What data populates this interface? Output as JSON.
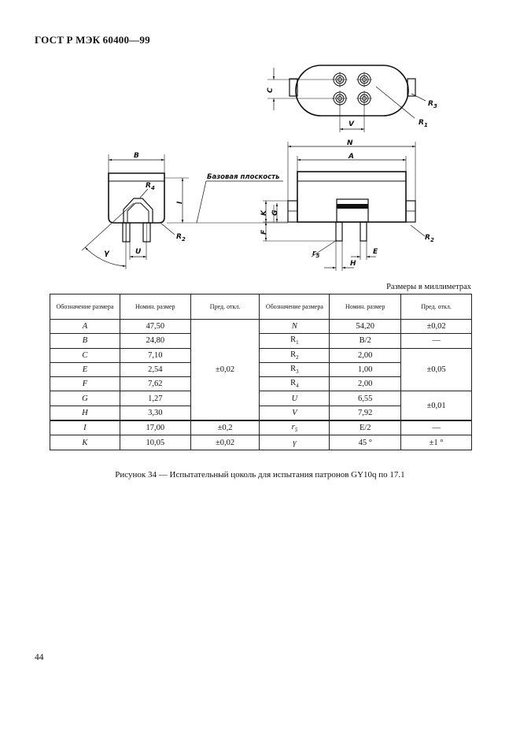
{
  "header": {
    "standard": "ГОСТ Р МЭК 60400—99"
  },
  "drawing": {
    "base_plane_label": "Базовая плоскость",
    "labels": {
      "A": "A",
      "B": "B",
      "C": "C",
      "E": "E",
      "F": "F",
      "G": "G",
      "H": "H",
      "I": "I",
      "K": "K",
      "N": "N",
      "U": "U",
      "V": "V",
      "gamma": "γ",
      "R1": "R1",
      "R2": "R2",
      "R3": "R3",
      "R4": "R4",
      "r5": "r5"
    }
  },
  "units_note": "Размеры в миллиметрах",
  "table": {
    "headers": [
      "Обозначение размера",
      "Номин. размер",
      "Пред. откл.",
      "Обозначение размера",
      "Номин. размер",
      "Пред. откл."
    ],
    "left": [
      {
        "sym": "A",
        "nom": "47,50"
      },
      {
        "sym": "B",
        "nom": "24,80"
      },
      {
        "sym": "C",
        "nom": "7,10"
      },
      {
        "sym": "E",
        "nom": "2,54"
      },
      {
        "sym": "F",
        "nom": "7,62"
      },
      {
        "sym": "G",
        "nom": "1,27"
      },
      {
        "sym": "H",
        "nom": "3,30"
      },
      {
        "sym": "I",
        "nom": "17,00",
        "tol": "±0,2"
      },
      {
        "sym": "K",
        "nom": "10,05",
        "tol": "±0,02"
      }
    ],
    "left_group_tol": "±0,02",
    "right": [
      {
        "sym": "N",
        "sub": "",
        "nom": "54,20",
        "tol": "±0,02"
      },
      {
        "sym": "R",
        "sub": "1",
        "nom": "B/2",
        "tol": "—"
      },
      {
        "sym": "R",
        "sub": "2",
        "nom": "2,00"
      },
      {
        "sym": "R",
        "sub": "3",
        "nom": "1,00"
      },
      {
        "sym": "R",
        "sub": "4",
        "nom": "2,00"
      },
      {
        "sym": "U",
        "sub": "",
        "nom": "6,55"
      },
      {
        "sym": "V",
        "sub": "",
        "nom": "7,92"
      },
      {
        "sym": "r",
        "sub": "5",
        "nom": "E/2",
        "tol": "—"
      },
      {
        "sym": "γ",
        "sub": "",
        "nom": "45 °",
        "tol": "±1 °"
      }
    ],
    "r_group1_tol": "±0,05",
    "r_group2_tol": "±0,01"
  },
  "caption": "Рисунок 34 — Испытательный цоколь для испытания патронов GY10q по 17.1",
  "page_number": "44"
}
